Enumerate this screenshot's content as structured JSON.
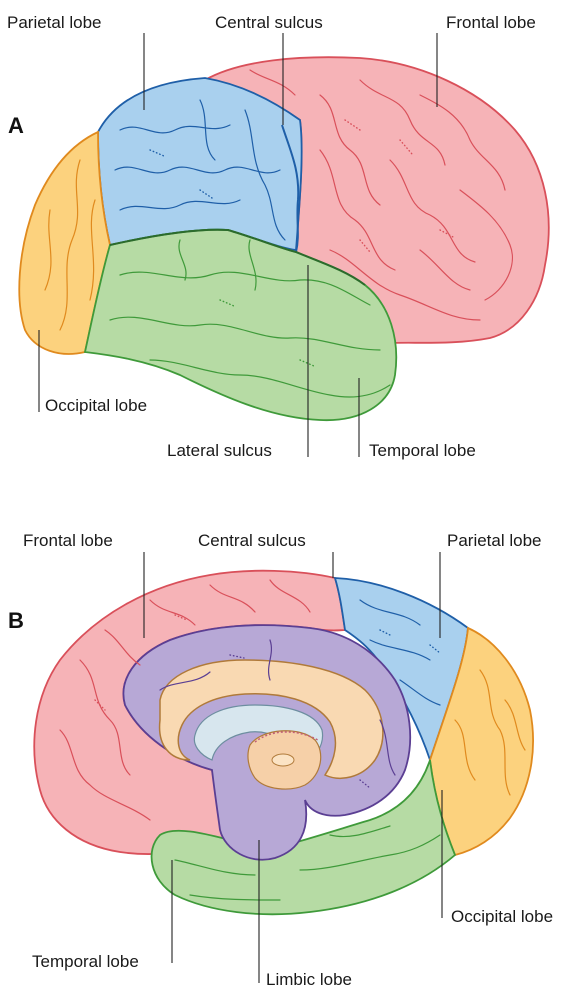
{
  "panels": {
    "a": {
      "letter": "A",
      "labels": {
        "parietal": "Parietal lobe",
        "central": "Central sulcus",
        "frontal": "Frontal lobe",
        "occipital": "Occipital lobe",
        "lateral": "Lateral sulcus",
        "temporal": "Temporal lobe"
      }
    },
    "b": {
      "letter": "B",
      "labels": {
        "frontal": "Frontal lobe",
        "central": "Central sulcus",
        "parietal": "Parietal lobe",
        "occipital": "Occipital lobe",
        "temporal": "Temporal lobe",
        "limbic": "Limbic lobe"
      }
    }
  },
  "colors": {
    "frontal_fill": "#f6b3b7",
    "frontal_line": "#d9505a",
    "parietal_fill": "#a9d0ee",
    "parietal_line": "#1f5fa8",
    "occipital_fill": "#fcd27e",
    "occipital_line": "#e08a1e",
    "temporal_fill": "#b6dba4",
    "temporal_line": "#3f9a3a",
    "limbic_fill": "#b7a8d6",
    "limbic_line": "#5b3f93",
    "callosum_fill": "#f9d9b2",
    "callosum_line": "#b07a3a",
    "ventricle_fill": "#d7e6ee",
    "ventricle_line": "#6d8ea0"
  }
}
